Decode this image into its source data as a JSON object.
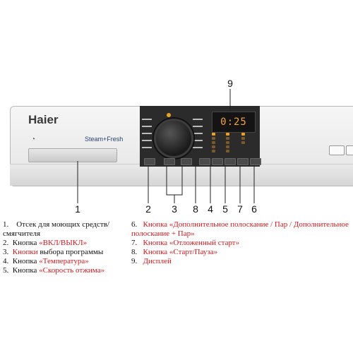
{
  "brand": "Haier",
  "badge": "Steam+Fresh",
  "display_value": "0:25",
  "callout_numbers": [
    "9",
    "1",
    "2",
    "3",
    "8",
    "4",
    "5",
    "7",
    "6"
  ],
  "legend": [
    {
      "num": "1.",
      "plain": "Отсек для моющих средств/смягчителя",
      "red": ""
    },
    {
      "num": "2.",
      "plain": "Кнопка ",
      "red": "«ВКЛ/ВЫКЛ»",
      "tail": ""
    },
    {
      "num": "3.",
      "plain": "",
      "red": "Кнопки",
      "tail": " выбора программы"
    },
    {
      "num": "4.",
      "plain": "Кнопка ",
      "red": "«Температура»",
      "tail": ""
    },
    {
      "num": "5.",
      "plain": "Кнопка ",
      "red": "«Скорость отжима»",
      "tail": ""
    },
    {
      "num": "6.",
      "plain": "",
      "red": "Кнопка «Дополнительное полоскание / Пар / Дополнительное полоскание + Пар»",
      "tail": ""
    },
    {
      "num": "7.",
      "plain": "",
      "red": "Кнопка «Отложенный старт»",
      "tail": ""
    },
    {
      "num": "8.",
      "plain": "",
      "red": "Кнопка «Старт/Пауза»",
      "tail": ""
    },
    {
      "num": "9.",
      "plain": "",
      "red": "Дисплей",
      "tail": ""
    }
  ],
  "colors": {
    "accent_red": "#d8161b",
    "display_amber": "#f2a23c"
  }
}
